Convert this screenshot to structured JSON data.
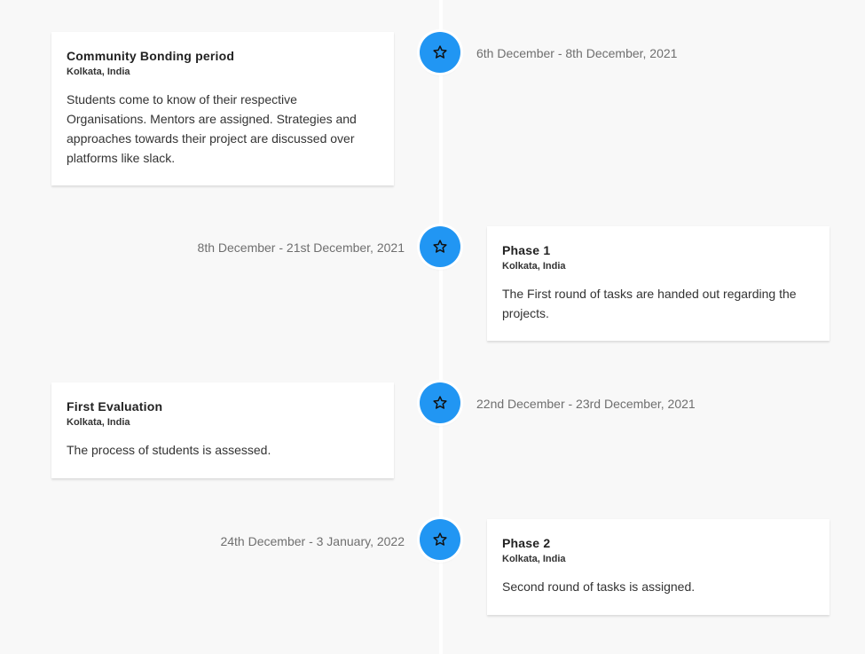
{
  "events": [
    {
      "title": "Community Bonding period",
      "subtitle": "Kolkata, India",
      "description": "Students come to know of their respective Organisations. Mentors are assigned. Strategies and approaches towards their project are discussed over platforms like slack.",
      "date": "6th December - 8th December, 2021",
      "icon": "star-icon"
    },
    {
      "title": "Phase 1",
      "subtitle": "Kolkata, India",
      "description": "The First round of tasks are handed out regarding the projects.",
      "date": "8th December - 21st December, 2021",
      "icon": "star-icon"
    },
    {
      "title": "First Evaluation",
      "subtitle": "Kolkata, India",
      "description": "The process of students is assessed.",
      "date": "22nd December - 23rd December, 2021",
      "icon": "star-icon"
    },
    {
      "title": "Phase 2",
      "subtitle": "Kolkata, India",
      "description": "Second round of tasks is assigned.",
      "date": "24th December - 3 January, 2022",
      "icon": "star-icon"
    }
  ],
  "colors": {
    "background": "#f8f8f8",
    "icon_background": "#2196f3",
    "card_background": "#ffffff",
    "date_text": "#6f6f6f"
  }
}
